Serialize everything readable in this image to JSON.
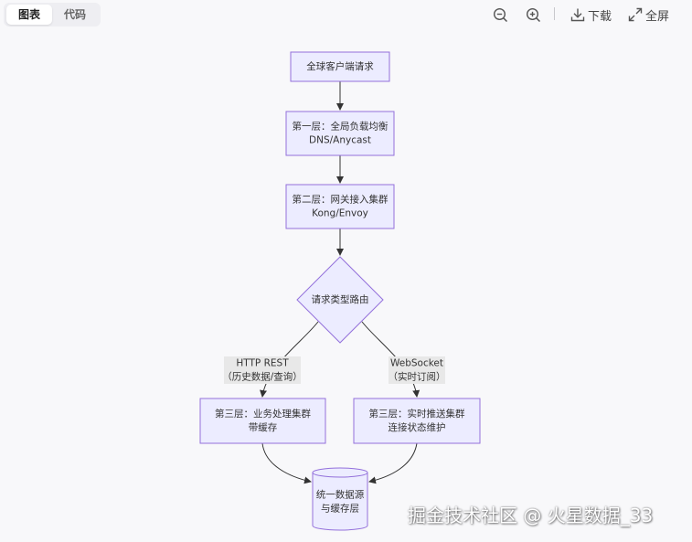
{
  "tabs": {
    "chart": "图表",
    "code": "代码"
  },
  "toolbar": {
    "download": "下载",
    "fullscreen": "全屏"
  },
  "icons": {
    "zoom_out": "zoom-out-icon",
    "zoom_in": "zoom-in-icon",
    "download": "download-icon",
    "fullscreen": "expand-icon"
  },
  "colors": {
    "node_fill": "#ececff",
    "node_stroke": "#9370db",
    "edge": "#333333",
    "edge_label_bg": "#e8e8e8",
    "canvas_bg": "#f8f8fa"
  },
  "nodes": {
    "client": {
      "lines": [
        "全球客户端请求"
      ]
    },
    "layer1": {
      "lines": [
        "第一层：全局负载均衡",
        "DNS/Anycast"
      ]
    },
    "layer2": {
      "lines": [
        "第二层：网关接入集群",
        "Kong/Envoy"
      ]
    },
    "router": {
      "lines": [
        "请求类型路由"
      ]
    },
    "layer3a": {
      "lines": [
        "第三层：业务处理集群",
        "带缓存"
      ]
    },
    "layer3b": {
      "lines": [
        "第三层：实时推送集群",
        "连接状态维护"
      ]
    },
    "store": {
      "lines": [
        "统一数据源",
        "与缓存层"
      ]
    }
  },
  "edge_labels": {
    "http": [
      "HTTP REST",
      "（历史数据/查询）"
    ],
    "ws": [
      "WebSocket",
      "（实时订阅）"
    ]
  },
  "watermark": "掘金技术社区 @ 火星数据_33"
}
